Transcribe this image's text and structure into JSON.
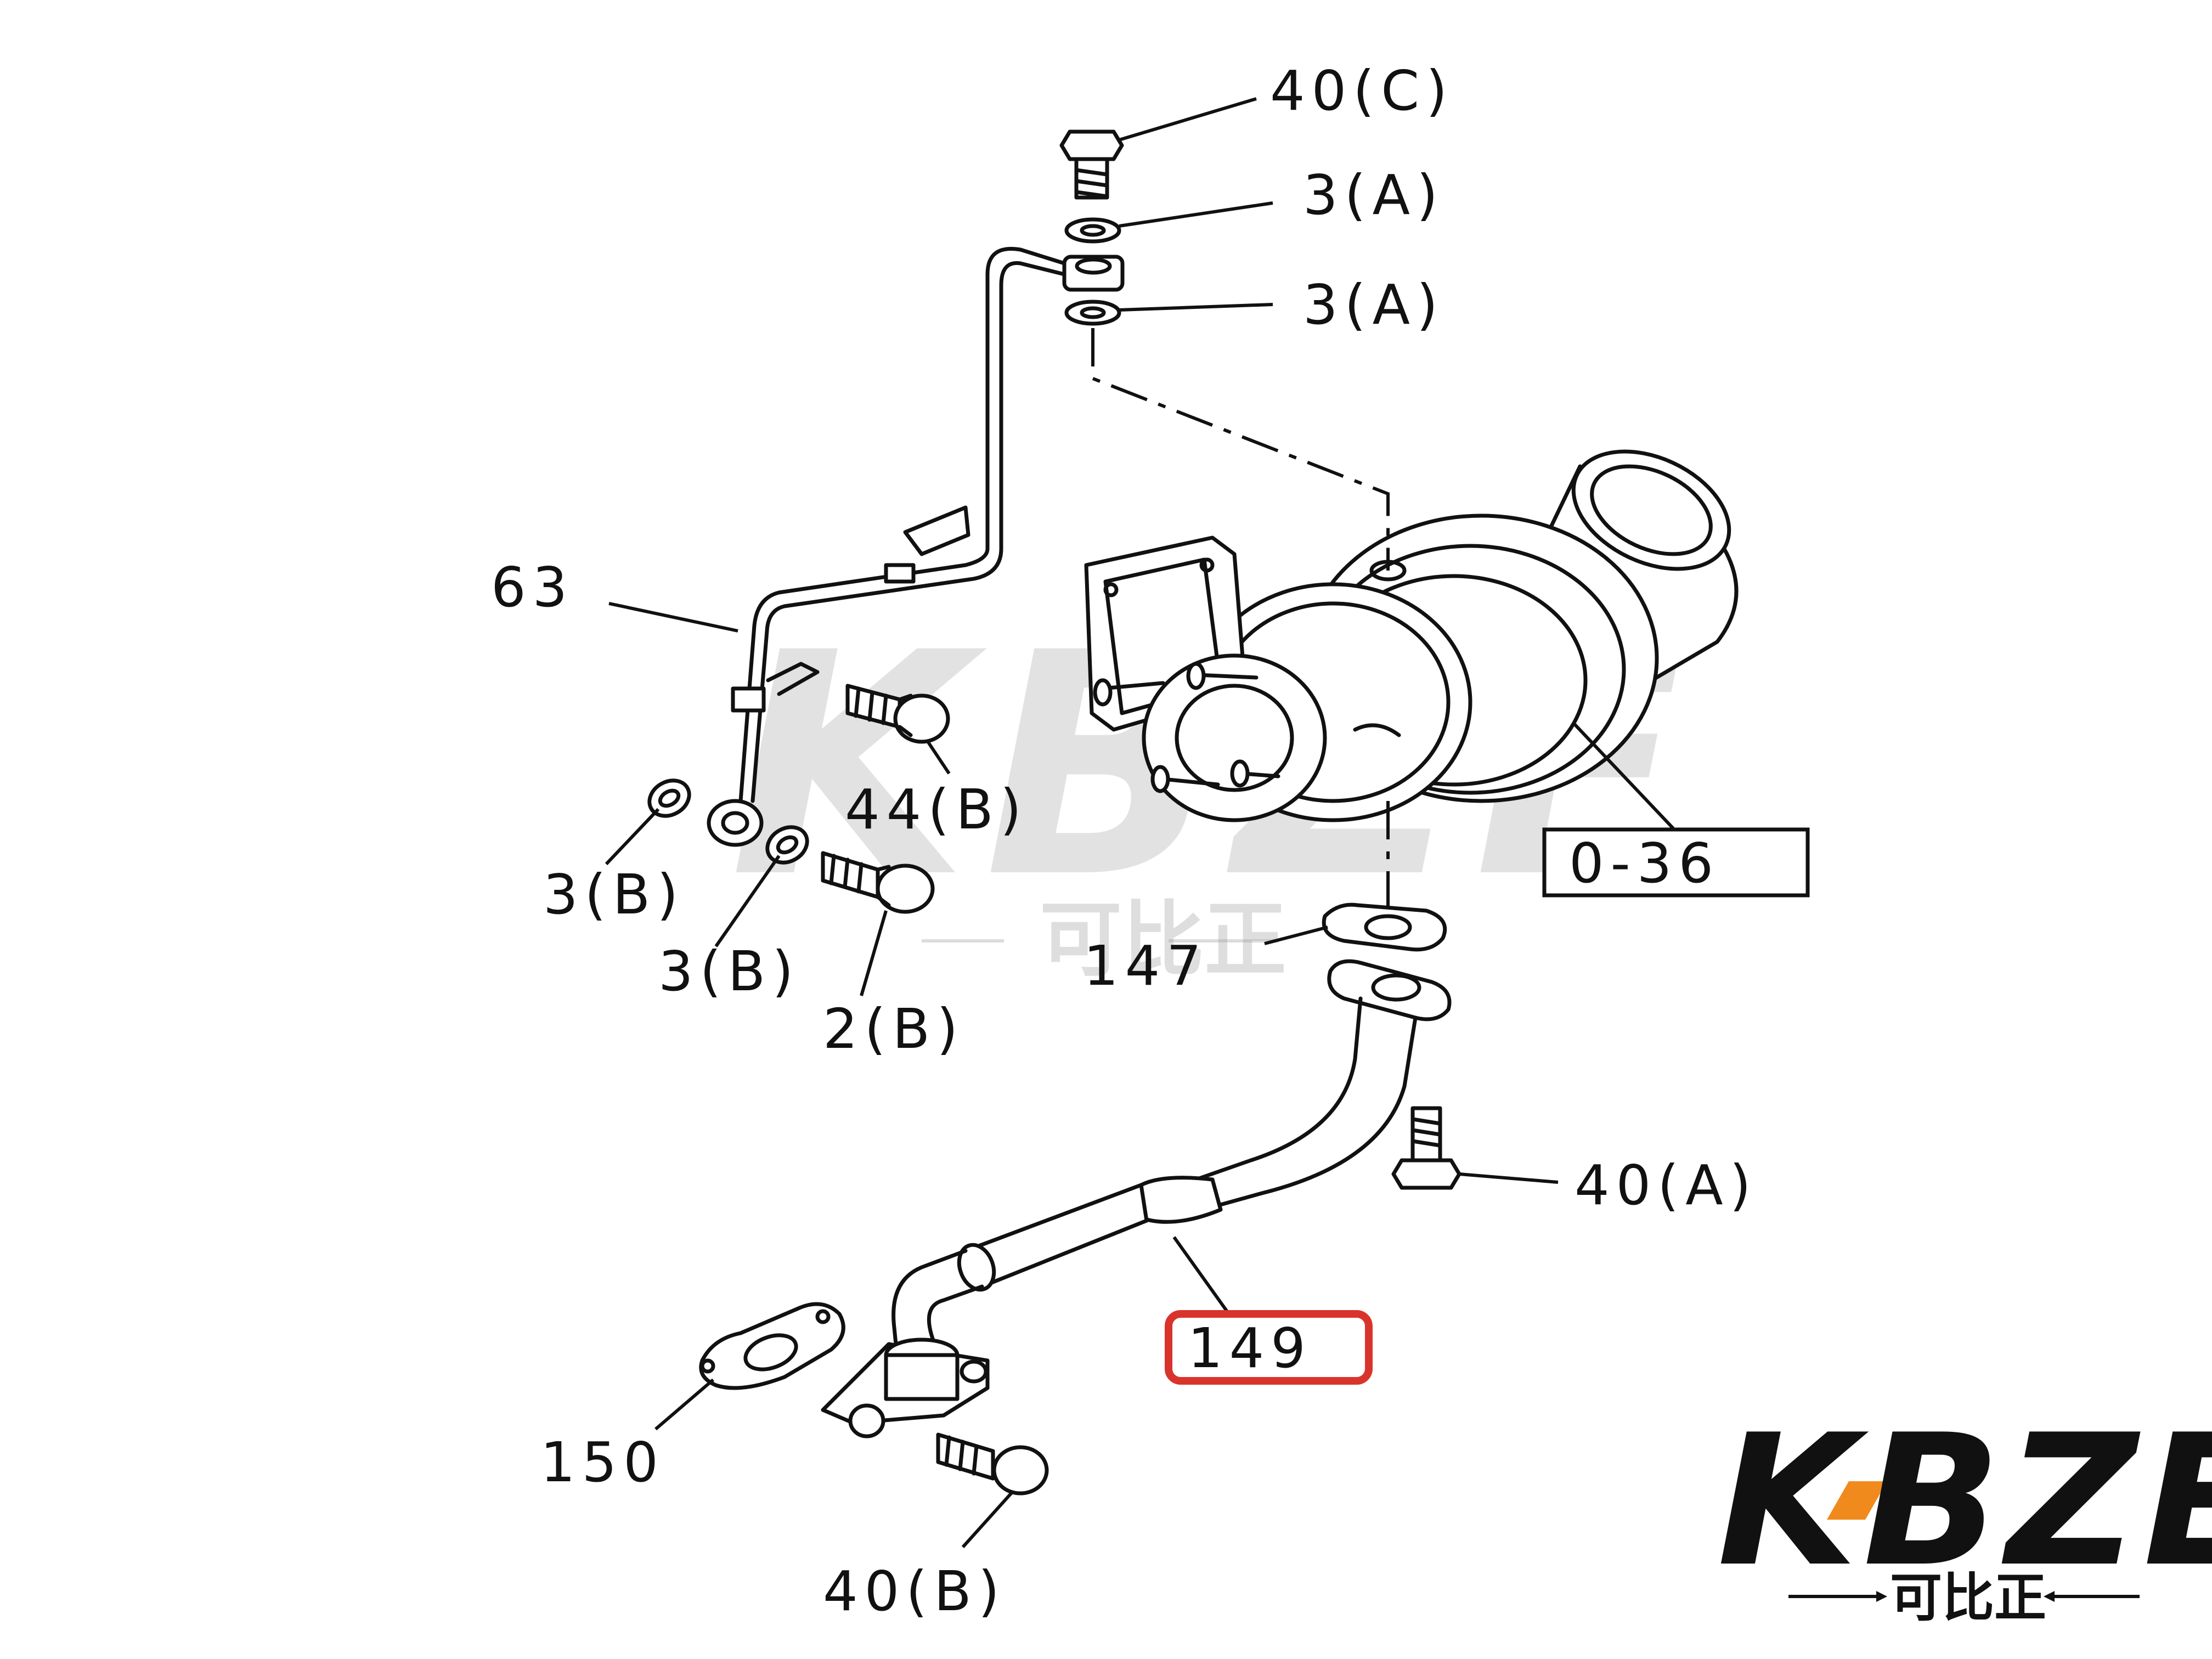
{
  "labels": {
    "bolt_40c": "40(C)",
    "washer_3a_top": "3(A)",
    "washer_3a_bottom": "3(A)",
    "pipe_63": "63",
    "bolt_44b": "44(B)",
    "turbo_ref": "0-36",
    "washer_3b_1": "3(B)",
    "washer_3b_2": "3(B)",
    "bolt_2b": "2(B)",
    "gasket_147": "147",
    "bolt_40a": "40(A)",
    "pipe_149": "149",
    "gasket_150": "150",
    "bolt_40b": "40(B)"
  },
  "watermark": {
    "text": "KBZE",
    "sub": "可比正"
  },
  "logo": {
    "text": "KBZE",
    "sub": "可比正"
  },
  "colors": {
    "highlight": "#d9342b",
    "logo_accent": "#f08a1c",
    "ink": "#111111"
  }
}
